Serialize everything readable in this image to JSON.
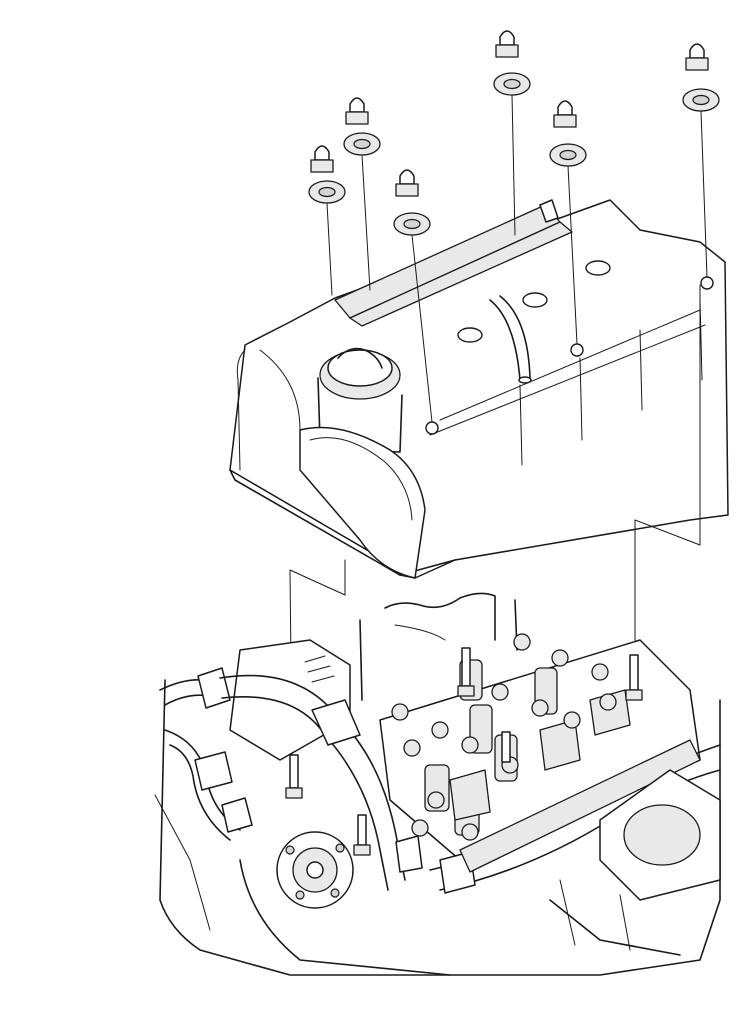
{
  "diagram": {
    "subject": "valve-cover-removal",
    "cap_nuts": 6,
    "sealing_washers": 6,
    "mounting_studs": 5,
    "fill": "#ffffff",
    "stroke": "#1a1a1a",
    "shade_light": "#e9e9e9",
    "shade_dark": "#d4d4d4"
  }
}
